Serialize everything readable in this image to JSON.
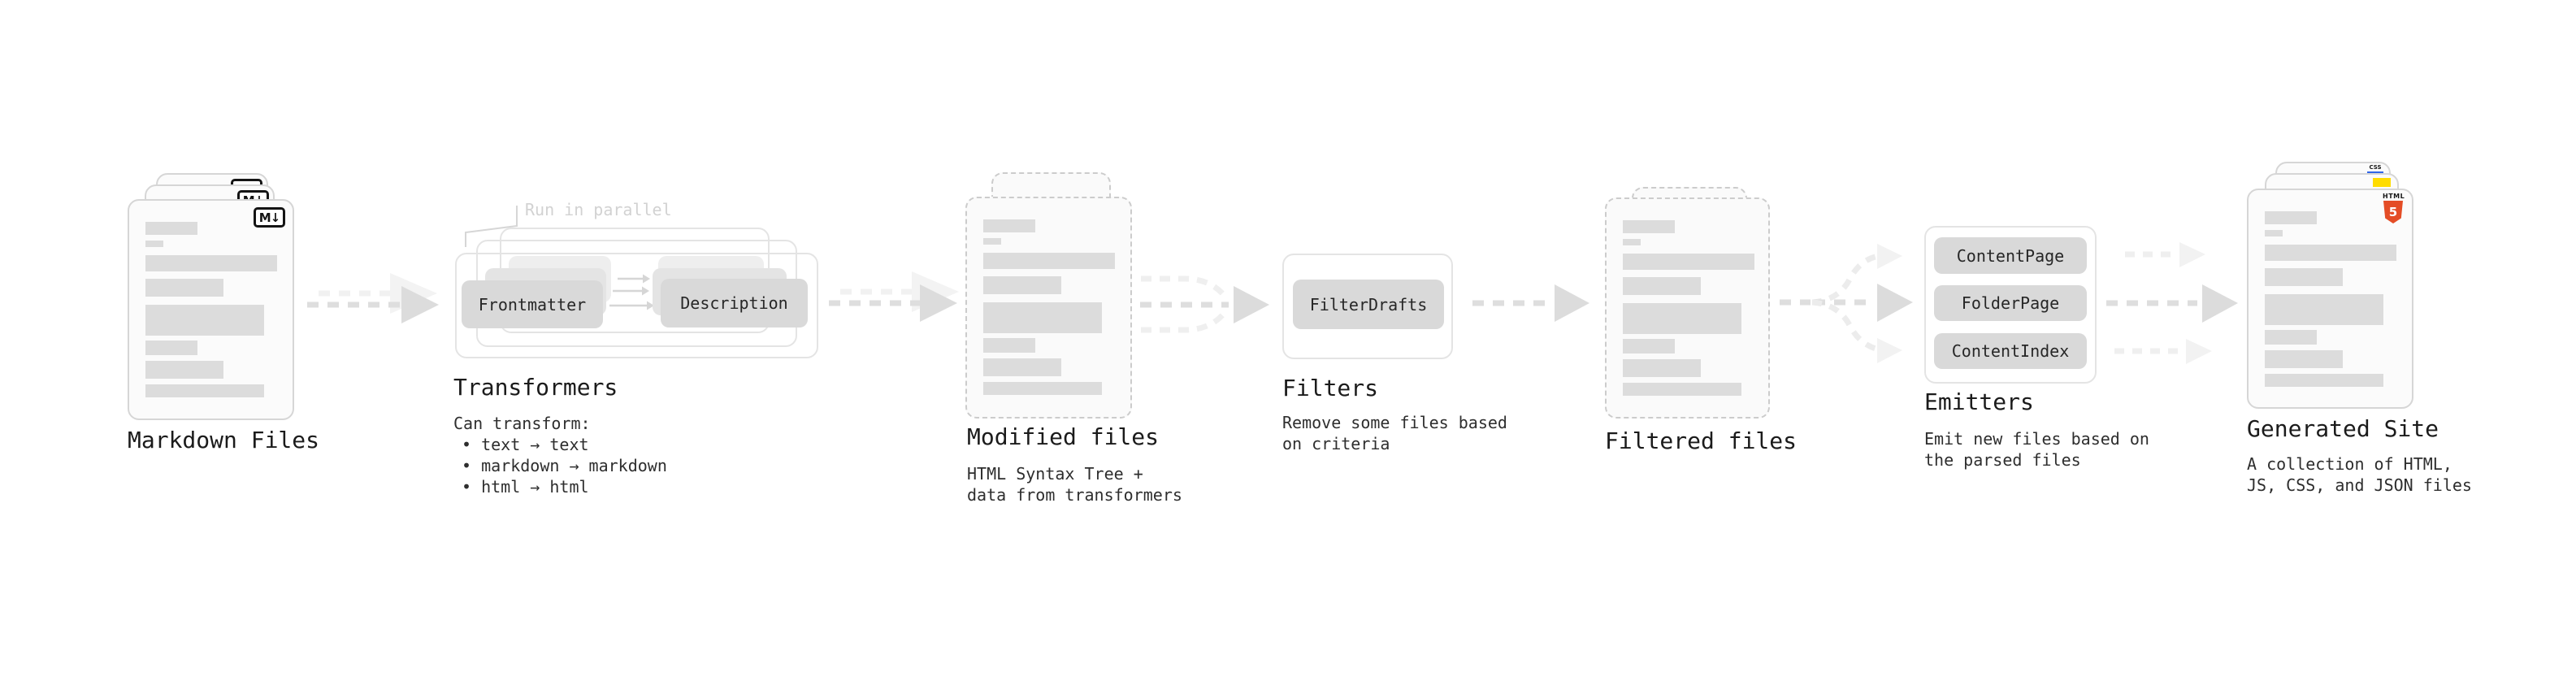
{
  "pipeline": {
    "markdown_files": {
      "title": "Markdown Files",
      "file_icon_label": "M↓"
    },
    "transformers": {
      "title": "Transformers",
      "annotation": "Run in parallel",
      "steps": [
        "Frontmatter",
        "Description"
      ],
      "notes_heading": "Can transform:",
      "notes": [
        "• text → text",
        "• markdown → markdown",
        "• html → html"
      ]
    },
    "modified_files": {
      "title": "Modified files",
      "subtitle": [
        "HTML Syntax Tree +",
        "data from transformers"
      ]
    },
    "filters": {
      "title": "Filters",
      "items": [
        "FilterDrafts"
      ],
      "subtitle": [
        "Remove some files based",
        "on criteria"
      ]
    },
    "filtered_files": {
      "title": "Filtered files"
    },
    "emitters": {
      "title": "Emitters",
      "items": [
        "ContentPage",
        "FolderPage",
        "ContentIndex"
      ],
      "subtitle": [
        "Emit new files based on",
        "the parsed files"
      ]
    },
    "generated_site": {
      "title": "Generated Site",
      "subtitle": [
        "A collection of HTML,",
        "JS, CSS, and JSON files"
      ],
      "badges": {
        "html5": {
          "label": "HTML",
          "number": "5",
          "color": "#E44D26"
        },
        "css": {
          "label": "CSS",
          "color": "#2F66E8"
        },
        "js": {
          "color": "#FFDC00"
        }
      }
    }
  },
  "colors": {
    "card_border": "#D6D6D6",
    "dashed_border": "#CCCCCC",
    "content_bar": "#DCDCDC",
    "chip_fill": "#D9D9D9",
    "outline_box": "#E4E4E4",
    "arrow_dark": "#DEDEDE",
    "arrow_light": "#F1F1F1",
    "title_text": "#1B1B1B",
    "body_text": "#2E2E2E",
    "annotation_text": "#D2D2D2"
  }
}
